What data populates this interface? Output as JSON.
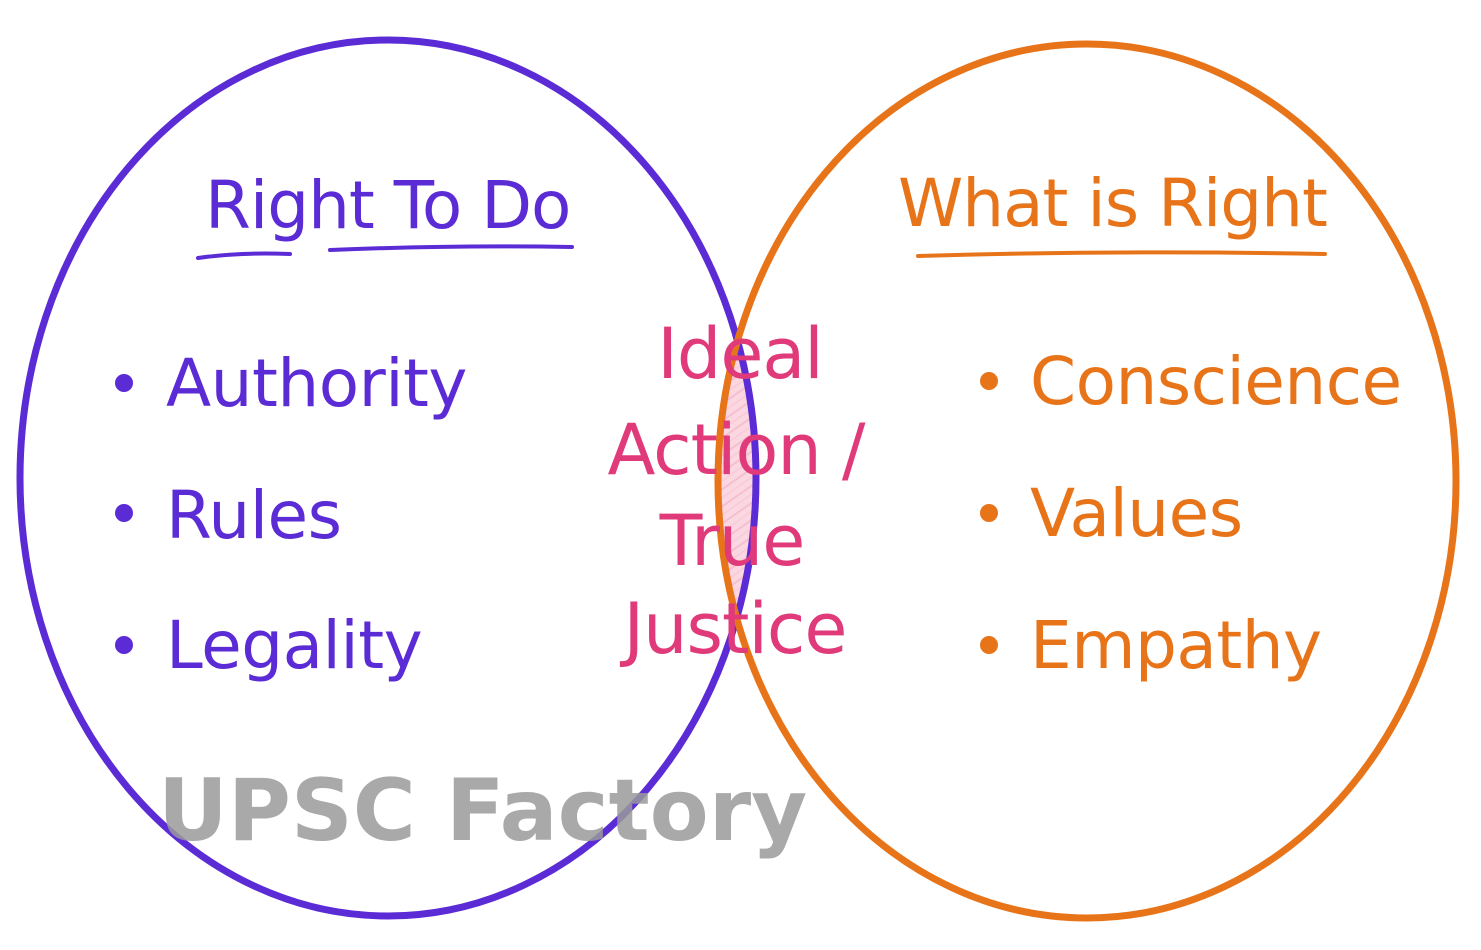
{
  "diagram": {
    "left_set": {
      "title": "Right To Do",
      "items": [
        "Authority",
        "Rules",
        "Legality"
      ],
      "color": "#5b2bd6"
    },
    "right_set": {
      "title": "What is Right",
      "items": [
        "Conscience",
        "Values",
        "Empathy"
      ],
      "color": "#e8741a"
    },
    "intersection": {
      "lines": [
        "Ideal",
        "Action /",
        "True",
        "Justice"
      ],
      "text_color": "#e03a7a",
      "fill_color": "#fbd3df"
    },
    "watermark": {
      "text": "UPSC Factory",
      "color": "#9a9a9a"
    }
  }
}
